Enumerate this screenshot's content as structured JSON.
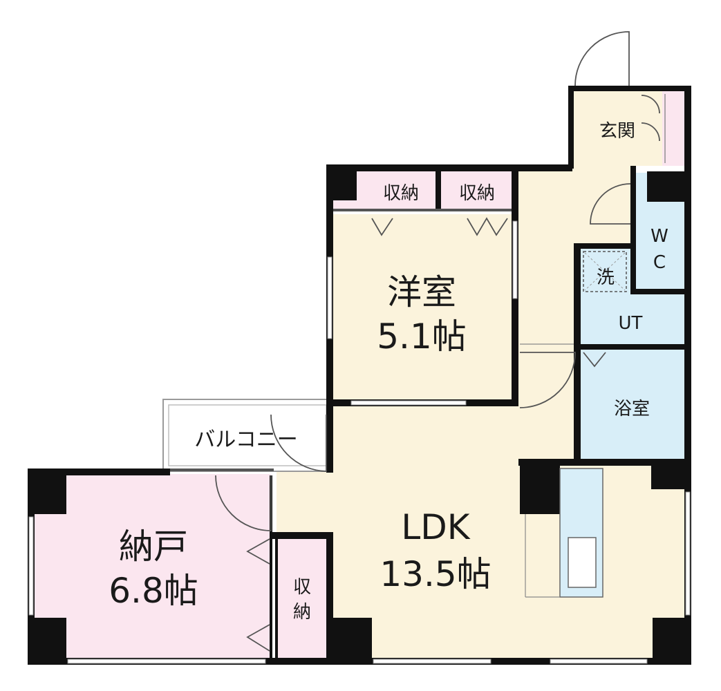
{
  "colors": {
    "cream": "#fbf3dc",
    "pink": "#fbe6ef",
    "blue": "#d8eef8",
    "wall": "#111111",
    "window": "#ffffff"
  },
  "rooms": {
    "genkan": "玄関",
    "closet_1": "収納",
    "closet_2": "収納",
    "wc_line1": "W",
    "wc_line2": "C",
    "wash": "洗",
    "ut": "UT",
    "bath": "浴室",
    "western_name": "洋室",
    "western_size": "5.1帖",
    "balcony": "バルコニー",
    "storage_name": "納戸",
    "storage_size": "6.8帖",
    "closet_3_line1": "収",
    "closet_3_line2": "納",
    "ldk_name": "LDK",
    "ldk_size": "13.5帖"
  }
}
